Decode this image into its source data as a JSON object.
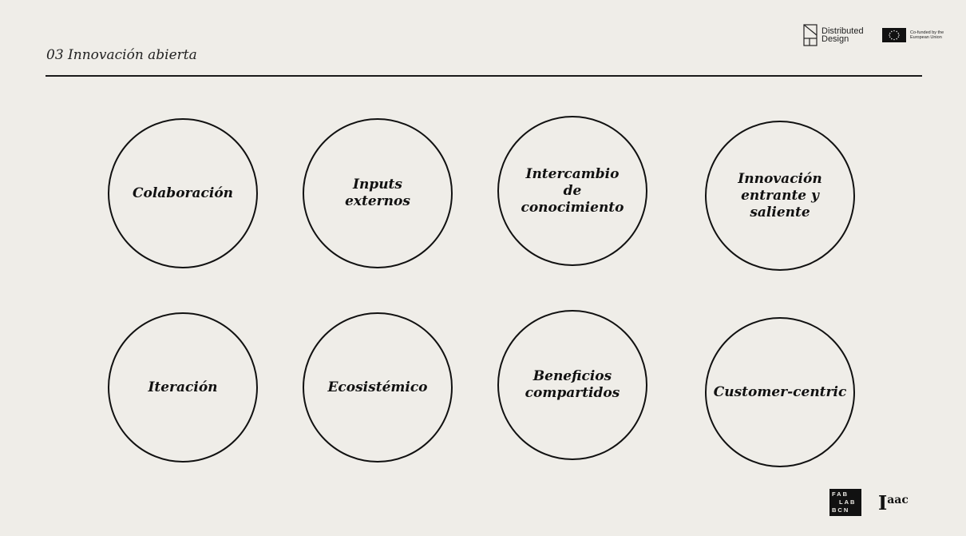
{
  "header": {
    "title": "03 Innovación abierta",
    "dd_logo_text": [
      "Distributed",
      "Design"
    ],
    "eu_text": [
      "Co-funded by the",
      "European Union"
    ]
  },
  "circles": [
    {
      "label": "Colaboración"
    },
    {
      "label": "Inputs externos"
    },
    {
      "label": "Intercambio de conocimiento"
    },
    {
      "label": "Innovación entrante y saliente"
    },
    {
      "label": "Iteración"
    },
    {
      "label": "Ecosistémico"
    },
    {
      "label": "Beneficios compartidos"
    },
    {
      "label": "Customer-centric"
    }
  ],
  "footer": {
    "fablab_lines": [
      "FAB",
      "LAB",
      "BCN"
    ],
    "iaac_main": "I",
    "iaac_sup": "aac"
  },
  "colors": {
    "background": "#efede8",
    "ink": "#111111"
  },
  "icons": [
    "distributed-design-logo-icon",
    "eu-flag-icon",
    "fablab-bcn-logo-icon",
    "iaac-logo-icon"
  ]
}
